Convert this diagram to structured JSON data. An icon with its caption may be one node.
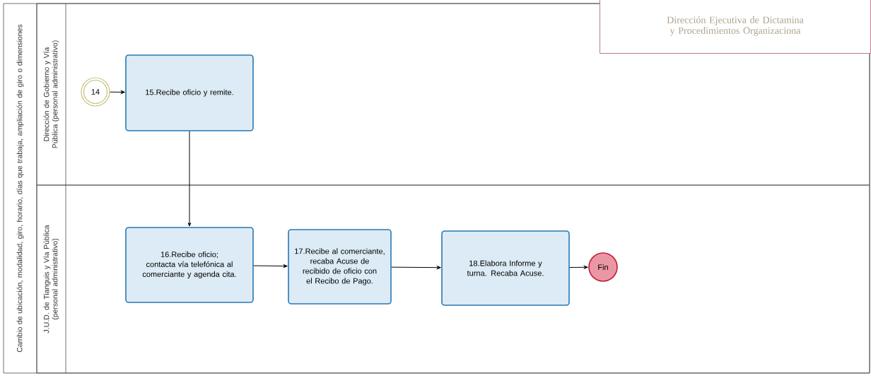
{
  "diagram": {
    "nodes": [
      {
        "text": [
          "Cambio de ubicación, modalidad, giro, horario, días que trabaja, ampliación de giro o dimensiones"
        ]
      },
      {
        "text": [
          "Dirección de Gobierno y Vía Pública (personal administrativo)"
        ],
        "in": 0
      },
      {
        "text": [
          "J.U.D. de Tianguis y Vía Pública (personal administrativo)"
        ],
        "in": 0
      },
      {
        "text": [
          "14"
        ],
        "in": 1
      },
      {
        "text": [
          "15.Recibe oficio y remite."
        ],
        "in": 1
      },
      {
        "text": [
          "16.Recibe oficio; contacta vía telefónica al comerciante y agenda cita."
        ],
        "in": 2
      },
      {
        "text": [
          "17.Recibe al comerciante, recaba Acuse de recibido de oficio con el Recibo de Pago."
        ],
        "in": 2
      },
      {
        "text": [
          "18.Elabora Informe y turna. Recaba Acuse."
        ],
        "in": 2
      },
      {
        "text": [
          "Fin"
        ],
        "in": 2
      },
      {
        "text": [
          "Dirección Ejecutiva de Dictamina y Procedimientos Organizaciona"
        ]
      }
    ],
    "edges": [
      {
        "from": 3,
        "to": 4,
        "arrow": "to"
      },
      {
        "from": 4,
        "to": 5,
        "arrow": "to"
      },
      {
        "from": 5,
        "to": 6,
        "arrow": "to"
      },
      {
        "from": 6,
        "to": 7,
        "arrow": "to"
      },
      {
        "from": 7,
        "to": 8,
        "arrow": "to"
      }
    ]
  }
}
